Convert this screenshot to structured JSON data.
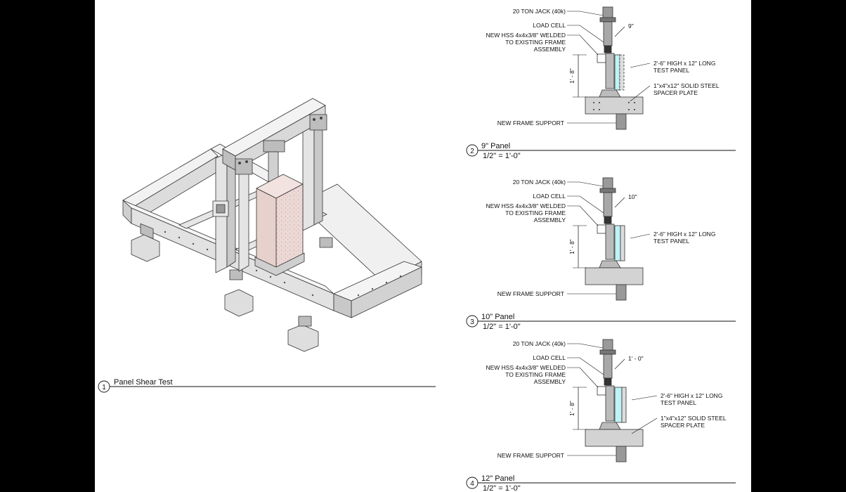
{
  "views": [
    {
      "number": "1",
      "title": "Panel Shear Test",
      "scale": ""
    },
    {
      "number": "2",
      "title": "9\" Panel",
      "scale": "1/2\" = 1'-0\"",
      "dim": "9\"",
      "labels": {
        "jack": "20 TON JACK (40k)",
        "load_cell": "LOAD CELL",
        "hss_1": "NEW HSS 4x4x3/8\" WELDED",
        "hss_2": "TO EXISTING FRAME",
        "hss_3": "ASSEMBLY",
        "panel_1": "2'-6\" HIGH x 12\" LONG",
        "panel_2": "TEST PANEL",
        "spacer_1": "1\"x4\"x12\" SOLID STEEL",
        "spacer_2": "SPACER PLATE",
        "support": "NEW FRAME SUPPORT",
        "height": "1' - 8\""
      }
    },
    {
      "number": "3",
      "title": "10\" Panel",
      "scale": "1/2\" = 1'-0\"",
      "dim": "10\"",
      "labels": {
        "jack": "20 TON JACK (40k)",
        "load_cell": "LOAD CELL",
        "hss_1": "NEW HSS 4x4x3/8\" WELDED",
        "hss_2": "TO EXISTING FRAME",
        "hss_3": "ASSEMBLY",
        "panel_1": "2'-6\" HIGH x 12\" LONG",
        "panel_2": "TEST PANEL",
        "support": "NEW FRAME SUPPORT",
        "height": "1' - 8\""
      }
    },
    {
      "number": "4",
      "title": "12\" Panel",
      "scale": "1/2\" = 1'-0\"",
      "dim": "1' - 0\"",
      "labels": {
        "jack": "20 TON JACK (40k)",
        "load_cell": "LOAD CELL",
        "hss_1": "NEW HSS 4x4x3/8\" WELDED",
        "hss_2": "TO EXISTING FRAME",
        "hss_3": "ASSEMBLY",
        "panel_1": "2'-6\" HIGH x 12\" LONG",
        "panel_2": "TEST PANEL",
        "spacer_1": "1\"x4\"x12\" SOLID STEEL",
        "spacer_2": "SPACER PLATE",
        "support": "NEW FRAME SUPPORT",
        "height": "1' - 8\""
      }
    }
  ]
}
